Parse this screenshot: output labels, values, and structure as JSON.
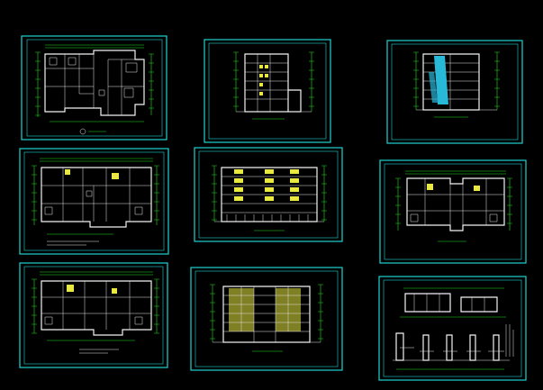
{
  "canvas": {
    "background": "#000000",
    "frame_color": "#1fd3d3",
    "wall_color": "#f2f2f2",
    "dimension_color": "#22dd22",
    "window_color": "#e8e840",
    "glass_color": "#28b8d8"
  },
  "sheets": [
    {
      "id": "site-plan",
      "kind": "plan"
    },
    {
      "id": "side-elevation-1",
      "kind": "side-elevation"
    },
    {
      "id": "side-elevation-2",
      "kind": "side-elevation"
    },
    {
      "id": "floor-plan-1",
      "kind": "plan"
    },
    {
      "id": "front-elevation-1",
      "kind": "front-elevation"
    },
    {
      "id": "floor-plan-2",
      "kind": "plan"
    },
    {
      "id": "floor-plan-3",
      "kind": "plan"
    },
    {
      "id": "front-elevation-2",
      "kind": "front-elevation"
    },
    {
      "id": "details",
      "kind": "details"
    }
  ]
}
